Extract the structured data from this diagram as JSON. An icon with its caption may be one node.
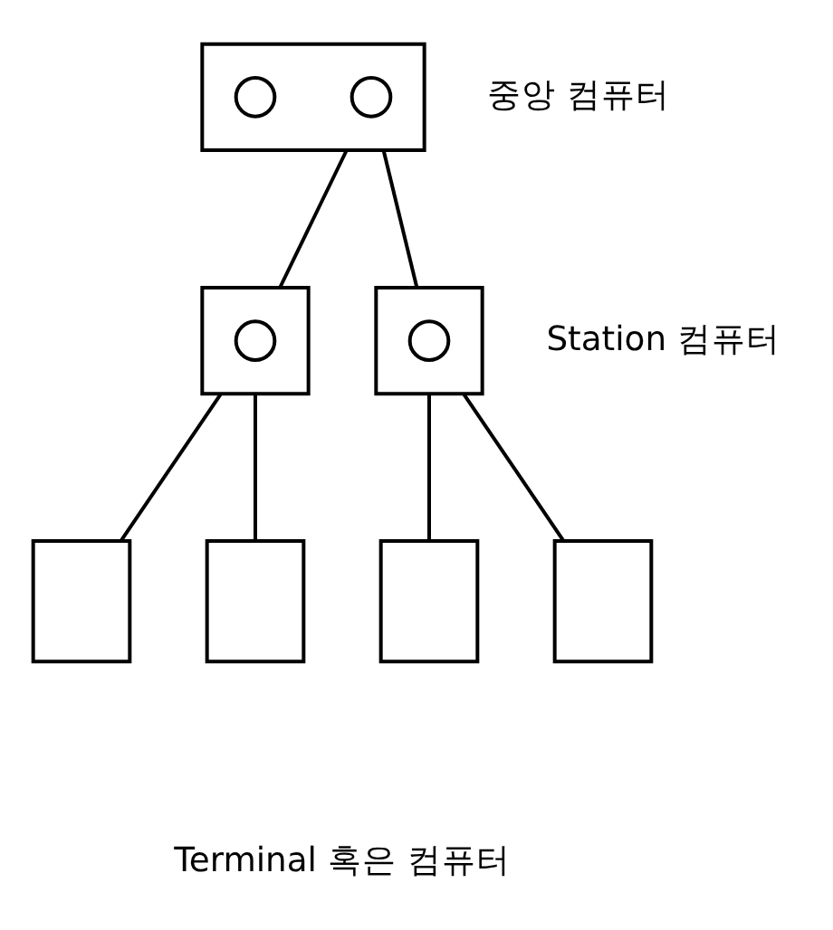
{
  "diagram": {
    "nodes": [
      {
        "text": [],
        "shape": "box",
        "beside": [
          "중앙 컴퓨터"
        ]
      },
      {
        "text": [],
        "shape": "circle",
        "in": 0
      },
      {
        "text": [],
        "shape": "circle",
        "in": 0
      },
      {
        "text": [],
        "shape": "box"
      },
      {
        "text": [],
        "shape": "circle",
        "in": 3
      },
      {
        "text": [],
        "shape": "box"
      },
      {
        "text": [],
        "shape": "circle",
        "in": 5
      },
      {
        "text": [],
        "shape": "box"
      },
      {
        "text": [],
        "shape": "box"
      },
      {
        "text": [],
        "shape": "box"
      },
      {
        "text": [],
        "shape": "box"
      }
    ],
    "edges": [
      {
        "from": 0,
        "to": 3,
        "arrow": "none"
      },
      {
        "from": 0,
        "to": 5,
        "arrow": "none"
      },
      {
        "from": 3,
        "to": 7,
        "arrow": "none"
      },
      {
        "from": 3,
        "to": 8,
        "arrow": "none"
      },
      {
        "from": 5,
        "to": 9,
        "arrow": "none"
      },
      {
        "from": 5,
        "to": 10,
        "arrow": "none"
      }
    ],
    "labels": [
      "Station 컴퓨터",
      "Terminal 혹은 컴퓨터"
    ]
  }
}
